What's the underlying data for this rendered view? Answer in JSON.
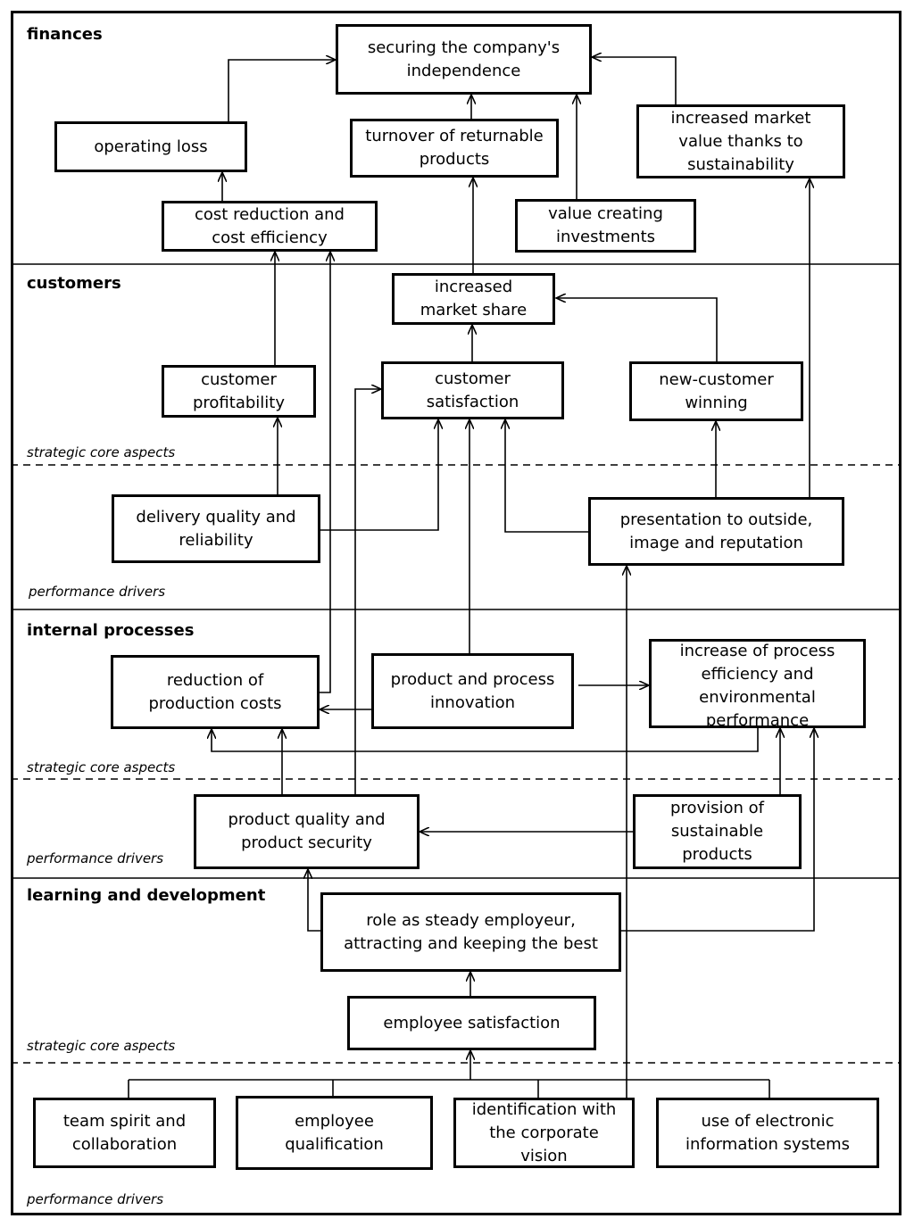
{
  "sections": {
    "finances": "finances",
    "customers": "customers",
    "internal": "internal processes",
    "learning": "learning and development"
  },
  "levels": {
    "core_aspects": "strategic core aspects",
    "drivers": "performance drivers"
  },
  "boxes": {
    "securing": "securing the company's independence",
    "operating_loss": "operating loss",
    "turnover": "turnover of returnable products",
    "market_value": "increased market value thanks to sustainability",
    "cost_reduction": "cost reduction and cost efficiency",
    "value_investments": "value creating investments",
    "market_share": "increased market share",
    "customer_profitability": "customer profitability",
    "customer_satisfaction": "customer satisfaction",
    "new_customer": "new-customer winning",
    "delivery_quality": "delivery quality and reliability",
    "presentation": "presentation to outside, image and reputation",
    "reduction_costs": "reduction of production costs",
    "innovation": "product and process innovation",
    "process_efficiency": "increase of process efficiency and environmental performance",
    "product_quality": "product quality and product security",
    "sustainable_products": "provision of sustainable products",
    "employer": "role as steady employeur, attracting and keeping the best",
    "employee_satisfaction": "employee satisfaction",
    "team_spirit": "team spirit and collaboration",
    "qualification": "employee qualification",
    "identification": "identification with the corporate vision",
    "electronic_systems": "use of electronic information systems"
  }
}
